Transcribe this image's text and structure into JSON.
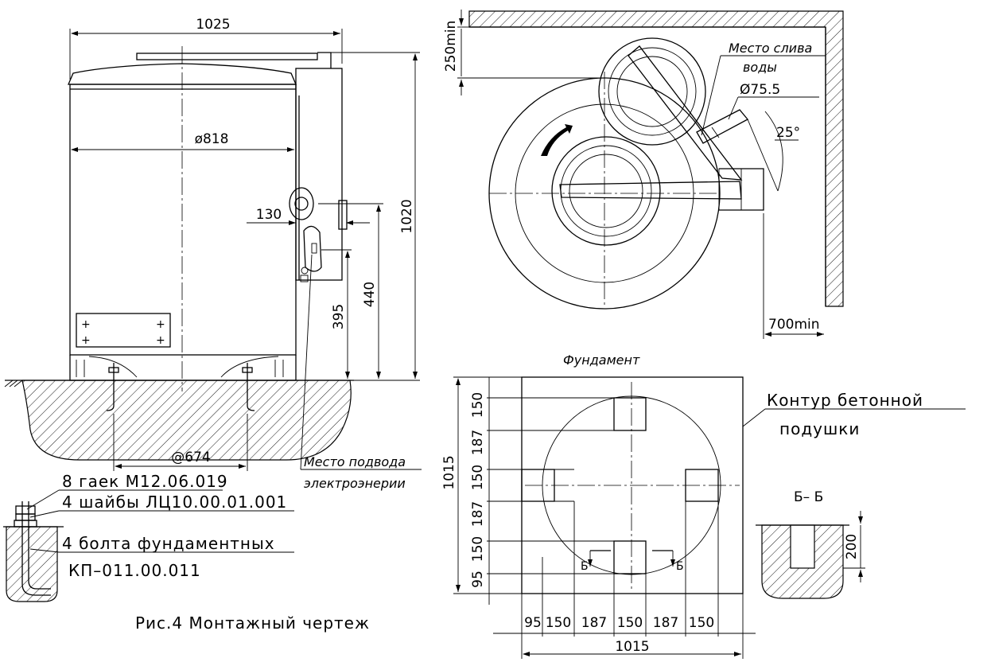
{
  "side_view": {
    "width_dim": "1025",
    "diameter_dim": "ø818",
    "offset_dim": "130",
    "height_total": "1020",
    "height_inlet": "440",
    "height_power": "395",
    "bolt_circle": "@674",
    "power_supply_line1": "Место подвода",
    "power_supply_line2": "электроэнерии"
  },
  "fasteners": {
    "nuts": "8 гаек М12.06.019",
    "washers": "4 шайбы ЛЦ10.00.01.001",
    "bolts_line1": "4 болта фундаментных",
    "bolts_line2": "КП–011.00.011"
  },
  "top_view": {
    "clearance_top": "250min",
    "drain_label_line1": "Место слива",
    "drain_label_line2": "воды",
    "drain_diameter": "Ø75.5",
    "angle": "25°",
    "clearance_side": "700min"
  },
  "foundation": {
    "title": "Фундамент",
    "contour_line1": "Контур бетонной",
    "contour_line2": "подушки",
    "size_vertical": "1015",
    "size_horizontal": "1015",
    "vertical_dims": [
      "150",
      "187",
      "150",
      "187",
      "150",
      "95"
    ],
    "horizontal_dims": [
      "95",
      "150",
      "187",
      "150",
      "187",
      "150"
    ],
    "section_mark": "Б",
    "section_title": "Б– Б",
    "section_depth": "200"
  },
  "caption": "Рис.4 Монтажный чертеж"
}
